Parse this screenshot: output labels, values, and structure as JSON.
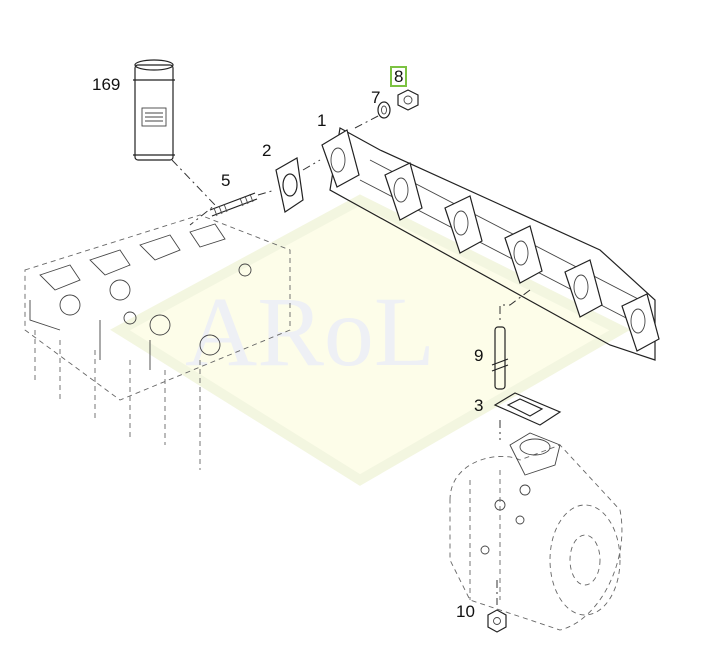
{
  "diagram": {
    "watermark": "ARoL",
    "selected_part": "8",
    "callouts": [
      {
        "id": "169",
        "label": "169"
      },
      {
        "id": "8",
        "label": "8"
      },
      {
        "id": "7",
        "label": "7"
      },
      {
        "id": "1",
        "label": "1"
      },
      {
        "id": "2",
        "label": "2"
      },
      {
        "id": "5",
        "label": "5"
      },
      {
        "id": "9",
        "label": "9"
      },
      {
        "id": "3",
        "label": "3"
      },
      {
        "id": "10",
        "label": "10"
      }
    ],
    "colors": {
      "selection": "#7cc242",
      "watermark_fill": "#fdfde8"
    }
  }
}
